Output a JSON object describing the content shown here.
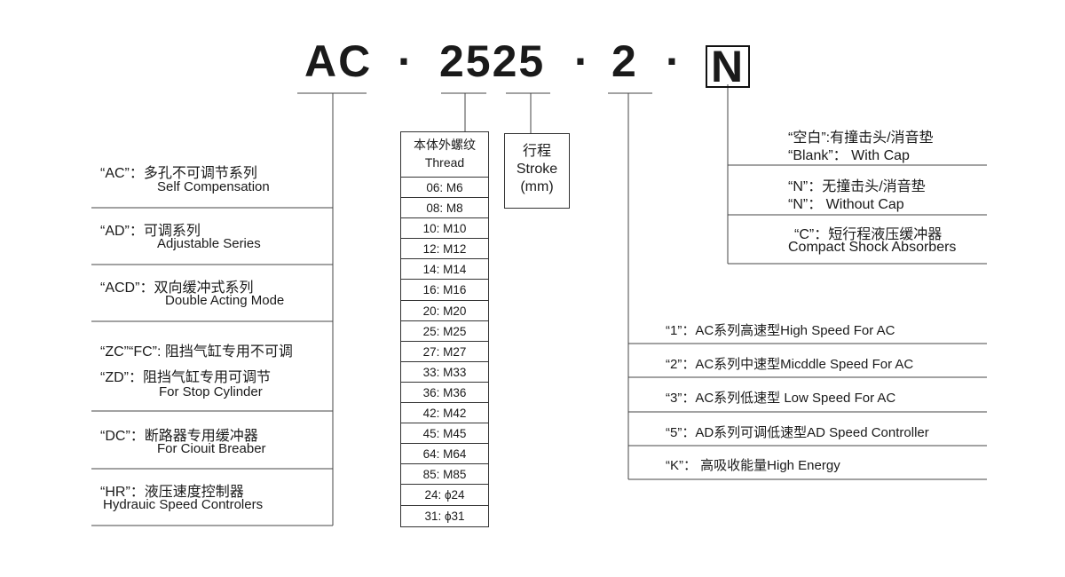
{
  "code": {
    "part1": "AC",
    "dot": "·",
    "part2": "2525",
    "part3": "2",
    "part4": "N"
  },
  "series": [
    {
      "zh": "“AC”：多孔不可调节系列",
      "en": "Self Compensation"
    },
    {
      "zh": "“AD”：可调系列",
      "en": "Adjustable Series"
    },
    {
      "zh": "“ACD”：双向缓冲式系列",
      "en": "Double Acting Mode"
    },
    {
      "zh": "“ZC”“FC”: 阻挡气缸专用不可调",
      "zh2": "“ZD”：阻挡气缸专用可调节",
      "en": "For Stop Cylinder"
    },
    {
      "zh": "“DC”：断路器专用缓冲器",
      "en": "For Ciouit Breaber"
    },
    {
      "zh": "“HR”：液压速度控制器",
      "en": "Hydrauic Speed Controlers"
    }
  ],
  "thread": {
    "title_zh": "本体外螺纹",
    "title_en": "Thread",
    "rows": [
      "06: M6",
      "08: M8",
      "10: M10",
      "12: M12",
      "14: M14",
      "16: M16",
      "20: M20",
      "25: M25",
      "27: M27",
      "33: M33",
      "36: M36",
      "42: M42",
      "45: M45",
      "64: M64",
      "85: M85",
      "24: ϕ24",
      "31: ϕ31"
    ]
  },
  "stroke": {
    "zh": "行程",
    "en": "Stroke",
    "unit": "(mm)"
  },
  "speed": [
    "“1”：AC系列高速型High Speed For AC",
    "“2”：AC系列中速型Micddle Speed For AC",
    "“3”：AC系列低速型 Low Speed For AC",
    "“5”：AD系列可调低速型AD Speed Controller",
    "“K”： 高吸收能量High Energy"
  ],
  "cap": [
    {
      "l1": "“空白”:有撞击头/消音垫",
      "l2": "“Blank”： With Cap"
    },
    {
      "l1": "“N”：无撞击头/消音垫",
      "l2": "“N”： Without Cap"
    },
    {
      "l1": "“C”：短行程液压缓冲器",
      "l2": "Compact Shock Absorbers"
    }
  ]
}
